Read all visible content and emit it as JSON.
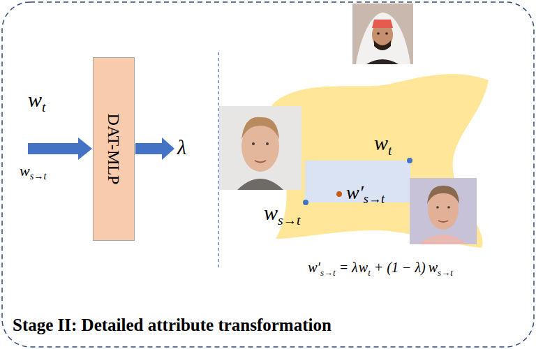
{
  "diagram": {
    "title": "Stage II: Detailed attribute transformation",
    "nodes": [
      {
        "text": [
          "DAT-MLP"
        ]
      }
    ],
    "labels": [
      "w",
      "t",
      "w",
      "s→t",
      "λ",
      "w",
      "t",
      "w′",
      "s→t",
      "w",
      "s→t",
      "w′",
      "s→t",
      "= λ",
      "w",
      "t",
      "+ (1 − λ)",
      "w",
      "s→t"
    ]
  }
}
